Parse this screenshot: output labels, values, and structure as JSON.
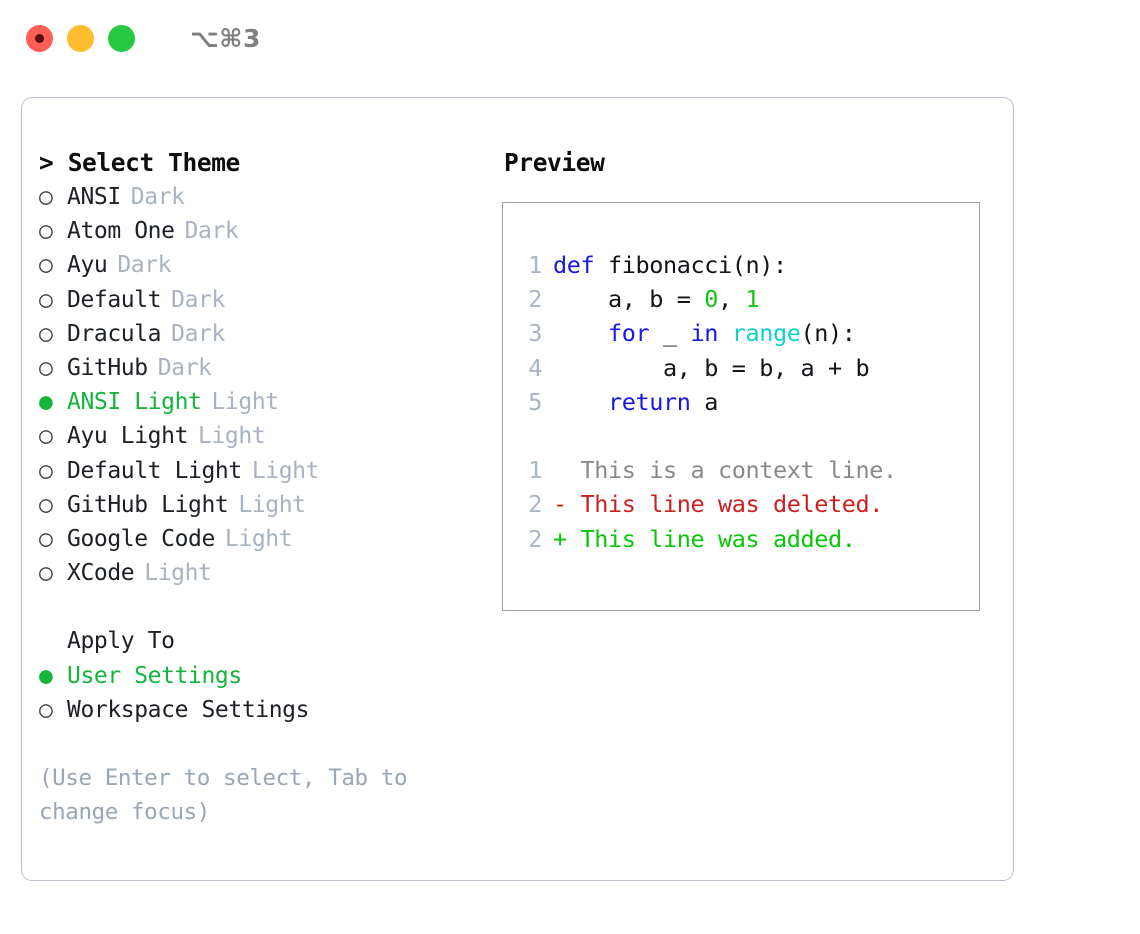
{
  "titlebar": {
    "shortcut": "⌥⌘3",
    "lights": [
      {
        "name": "close",
        "color": "#ff5f57"
      },
      {
        "name": "minimize",
        "color": "#febc2e"
      },
      {
        "name": "maximize",
        "color": "#28c840"
      }
    ]
  },
  "theme_picker": {
    "header": "> Select Theme",
    "bullet_selected": "●",
    "bullet_unselected": "○",
    "accent_color": "#14b53a",
    "muted_color": "#a8b2c0",
    "items": [
      {
        "label": "ANSI",
        "mode": "Dark",
        "selected": false
      },
      {
        "label": "Atom One",
        "mode": "Dark",
        "selected": false
      },
      {
        "label": "Ayu",
        "mode": "Dark",
        "selected": false
      },
      {
        "label": "Default",
        "mode": "Dark",
        "selected": false
      },
      {
        "label": "Dracula",
        "mode": "Dark",
        "selected": false
      },
      {
        "label": "GitHub",
        "mode": "Dark",
        "selected": false
      },
      {
        "label": "ANSI Light",
        "mode": "Light",
        "selected": true
      },
      {
        "label": "Ayu Light",
        "mode": "Light",
        "selected": false
      },
      {
        "label": "Default Light",
        "mode": "Light",
        "selected": false
      },
      {
        "label": "GitHub Light",
        "mode": "Light",
        "selected": false
      },
      {
        "label": "Google Code",
        "mode": "Light",
        "selected": false
      },
      {
        "label": "XCode",
        "mode": "Light",
        "selected": false
      }
    ]
  },
  "apply_to": {
    "label": "Apply To",
    "items": [
      {
        "label": "User Settings",
        "selected": true
      },
      {
        "label": "Workspace Settings",
        "selected": false
      }
    ]
  },
  "hint": "(Use Enter to select, Tab to change focus)",
  "preview": {
    "title": "Preview",
    "code_lines": [
      {
        "no": "1",
        "tokens": [
          {
            "t": "def",
            "c": "kw"
          },
          {
            "t": " fibonacci(n):",
            "c": "pl"
          }
        ]
      },
      {
        "no": "2",
        "tokens": [
          {
            "t": "    a, b = ",
            "c": "pl"
          },
          {
            "t": "0",
            "c": "num"
          },
          {
            "t": ", ",
            "c": "pl"
          },
          {
            "t": "1",
            "c": "num"
          }
        ]
      },
      {
        "no": "3",
        "tokens": [
          {
            "t": "    ",
            "c": "pl"
          },
          {
            "t": "for",
            "c": "kw"
          },
          {
            "t": " _ ",
            "c": "pl"
          },
          {
            "t": "in",
            "c": "kw"
          },
          {
            "t": " ",
            "c": "pl"
          },
          {
            "t": "range",
            "c": "fn"
          },
          {
            "t": "(n):",
            "c": "pl"
          }
        ]
      },
      {
        "no": "4",
        "tokens": [
          {
            "t": "        a, b = b, a + b",
            "c": "pl"
          }
        ]
      },
      {
        "no": "5",
        "tokens": [
          {
            "t": "    ",
            "c": "pl"
          },
          {
            "t": "return",
            "c": "kw"
          },
          {
            "t": " a",
            "c": "pl"
          }
        ]
      }
    ],
    "diff_lines": [
      {
        "no": "1",
        "marker": " ",
        "text": " This is a context line.",
        "kind": "ctx"
      },
      {
        "no": "2",
        "marker": "-",
        "text": " This line was deleted.",
        "kind": "del"
      },
      {
        "no": "2",
        "marker": "+",
        "text": " This line was added.",
        "kind": "add"
      }
    ]
  }
}
